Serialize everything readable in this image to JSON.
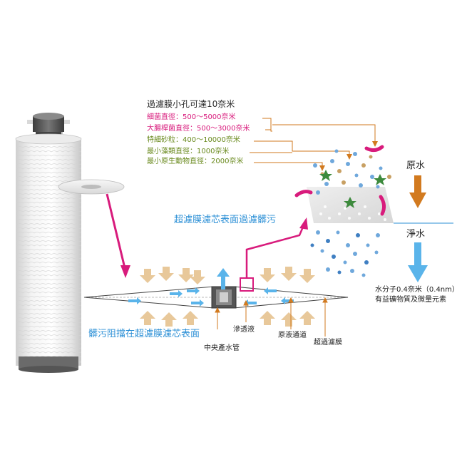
{
  "title": "過濾膜小孔可達10奈米",
  "size_lines": [
    {
      "text": "細菌直徑：500～5000奈米",
      "color": "#d81b7c"
    },
    {
      "text": "大腸桿菌直徑：500～3000奈米",
      "color": "#d81b7c"
    },
    {
      "text": "特細砂粒：400～10000奈米",
      "color": "#6a8a1e"
    },
    {
      "text": "最小藻類直徑：1000奈米",
      "color": "#6a8a1e"
    },
    {
      "text": "最小原生動物直徑：2000奈米",
      "color": "#6a8a1e"
    }
  ],
  "surface_caption": "超濾膜濾芯表面過濾髒污",
  "dirt_caption": "髒污阻擋在超濾膜濾芯表面",
  "raw_water": "原水",
  "clean_water": "淨水",
  "molecule_note": {
    "line1": "水分子0.4奈米（0.4nm）",
    "line2": "有益礦物質及微量元素"
  },
  "labels": {
    "center_pipe": "中央產水管",
    "permeate": "滲透液",
    "raw_channel": "原液通道",
    "uf_membrane": "超過濾膜"
  },
  "colors": {
    "magenta": "#d81b7c",
    "green_text": "#6a8a1e",
    "blue_caption": "#2b8fd6",
    "orange_arrow": "#d27a1f",
    "light_blue_arrow": "#5ab4ea",
    "tan_arrow": "#e8c89a"
  }
}
